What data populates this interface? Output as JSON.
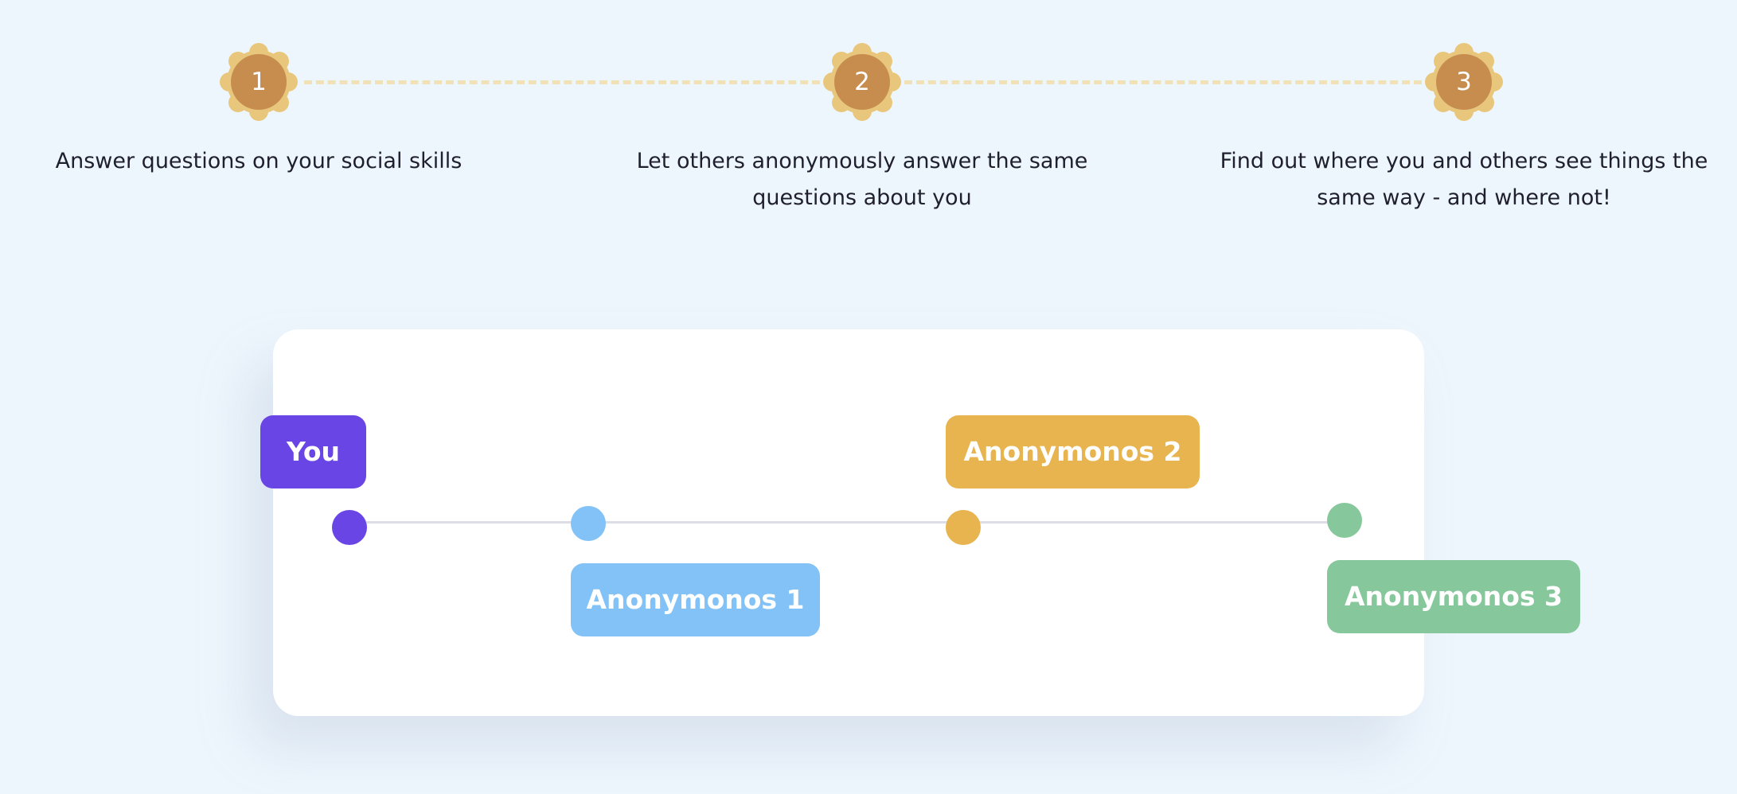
{
  "steps": [
    {
      "number": "1",
      "text": "Answer questions on your social skills"
    },
    {
      "number": "2",
      "text": "Let others anonymously answer the same questions about you"
    },
    {
      "number": "3",
      "text": "Find out where you and others see things the same way - and where not!"
    }
  ],
  "participants": {
    "you": {
      "label": "You",
      "color": "#6a45e6"
    },
    "anon1": {
      "label": "Anonymonos 1",
      "color": "#82c2f6"
    },
    "anon2": {
      "label": "Anonymonos 2",
      "color": "#e8b450"
    },
    "anon3": {
      "label": "Anonymonos 3",
      "color": "#86c89b"
    }
  },
  "colors": {
    "badge_outer": "#e8c77c",
    "badge_inner": "#c78d4f",
    "connector": "#f0e2b6",
    "track": "#dcdde6",
    "background": "#eef6fd"
  },
  "icons": {
    "step_badge": "sun-badge-icon"
  }
}
